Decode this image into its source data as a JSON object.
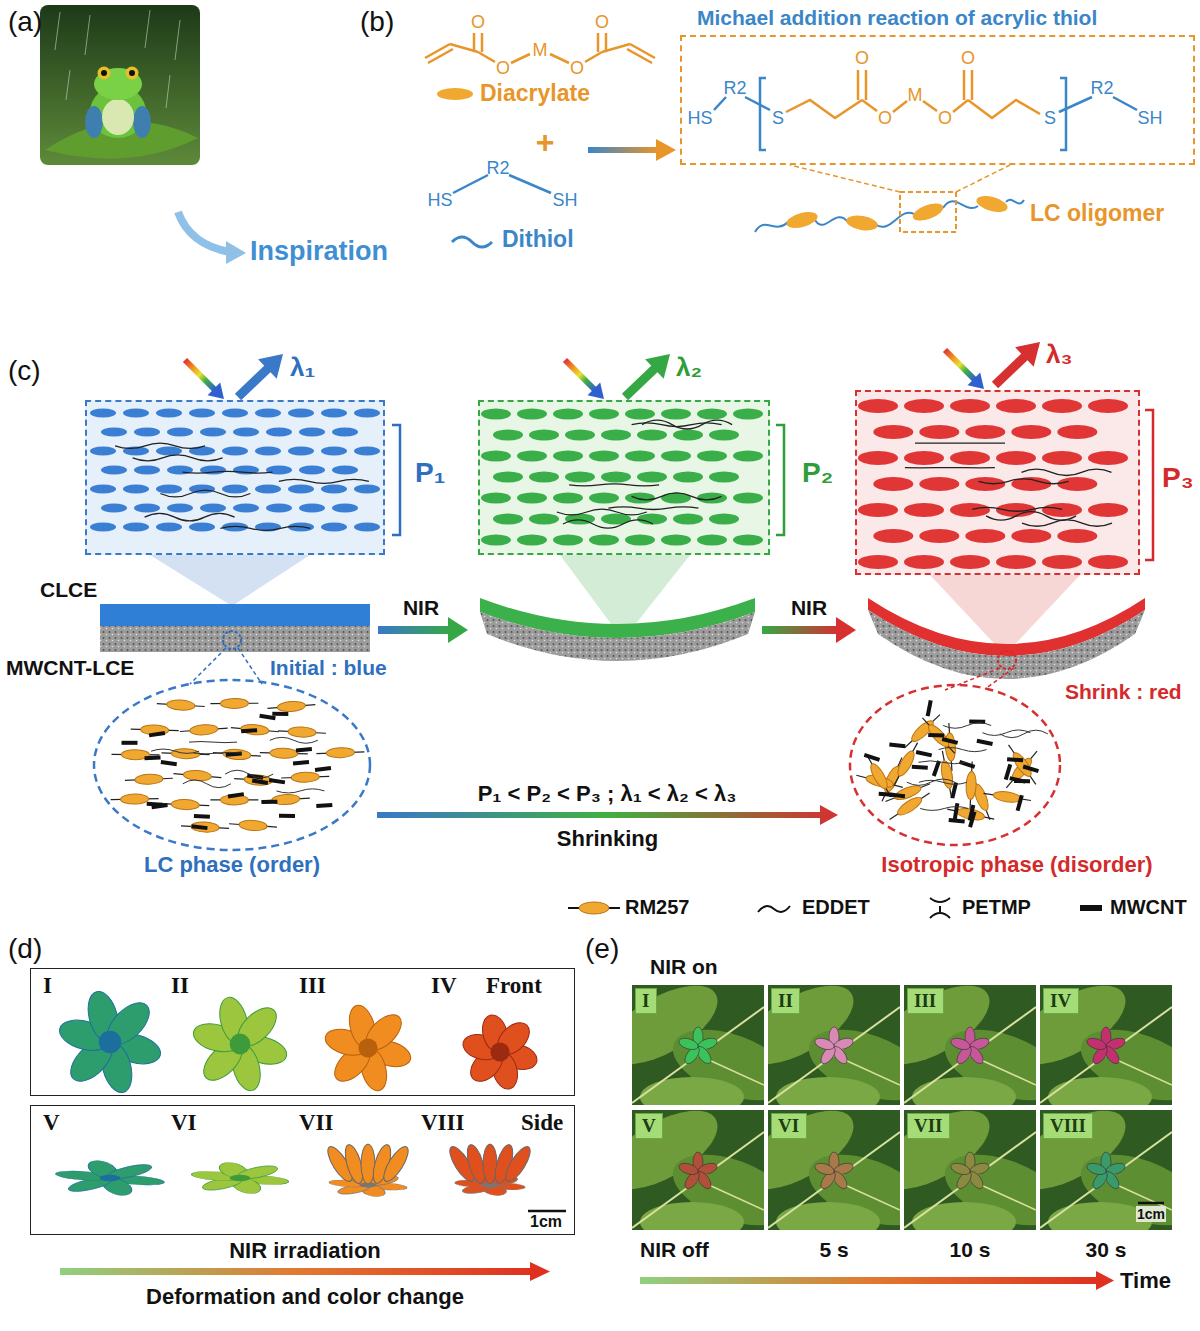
{
  "diagram": {
    "nodes": [
      {
        "text": [
          "Michael addition reaction of acrylic thiol"
        ]
      },
      {
        "text": [
          "P₁"
        ]
      },
      {
        "text": [
          "P₂"
        ]
      },
      {
        "text": [
          "P₃"
        ]
      },
      {
        "text": [
          "LC phase (order)"
        ]
      },
      {
        "text": [
          "Isotropic phase (disorder)"
        ]
      },
      {
        "text": [
          "I",
          "II",
          "III",
          "IV",
          "Front"
        ]
      },
      {
        "text": [
          "V",
          "VI",
          "VII",
          "VIII",
          "Side"
        ]
      },
      {
        "text": [
          "I"
        ]
      },
      {
        "text": [
          "II"
        ]
      },
      {
        "text": [
          "III"
        ]
      },
      {
        "text": [
          "IV"
        ]
      },
      {
        "text": [
          "V"
        ]
      },
      {
        "text": [
          "VI"
        ]
      },
      {
        "text": [
          "VII"
        ]
      },
      {
        "text": [
          "VIII"
        ]
      }
    ],
    "edges": [
      {
        "from": 4,
        "to": 5,
        "arrow": "to",
        "label": "Shrinking"
      }
    ],
    "labels": [
      "(a)",
      "Inspiration",
      "(b)",
      "O",
      "O",
      "O",
      "M",
      "O",
      "Diacrylate",
      "+",
      "R2",
      "HS",
      "SH",
      "Dithiol",
      "HS",
      "R2",
      "S",
      "O",
      "O",
      "M",
      "O",
      "O",
      "S",
      "R2",
      "SH",
      "LC oligomer",
      "(c)",
      "λ₁",
      "λ₂",
      "λ₃",
      "CLCE",
      "MWCNT-LCE",
      "NIR",
      "NIR",
      "Initial : blue",
      "Shrink : red",
      "P₁ < P₂ < P₃ ; λ₁ < λ₂ < λ₃",
      "(d)",
      "1cm",
      "NIR irradiation",
      "Deformation and color change",
      "(e)",
      "NIR on",
      "NIR off",
      "5 s",
      "10 s",
      "30 s",
      "Time",
      "1cm"
    ],
    "legend": [
      {
        "text": "RM257"
      },
      {
        "text": "EDDET"
      },
      {
        "text": "PETMP"
      },
      {
        "text": "MWCNT"
      }
    ]
  }
}
